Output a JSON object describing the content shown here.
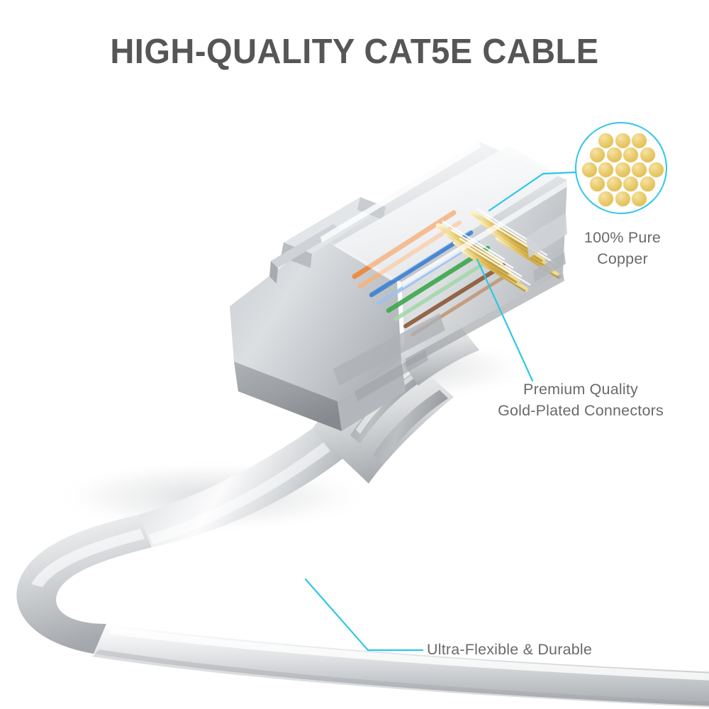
{
  "page": {
    "title": "HIGH-QUALITY CAT5E CABLE",
    "background_color": "#ffffff",
    "title_color": "#565656",
    "accent_color": "#2ec7e8",
    "annotation_text_color": "#6a6a6a",
    "copper_strand_color": "#ecd077"
  },
  "product": {
    "name": "cat5e-ethernet-patch-cable",
    "connector_type": "RJ45",
    "connector_body_color": "#d6d8da",
    "jacket_color": "#d9dbdd",
    "contact_pin_color": "#d4b44a",
    "wire_pair_colors": [
      "#f08a3c",
      "#3a7fd5",
      "#3aa84a",
      "#8b5a3c"
    ]
  },
  "callouts": [
    {
      "id": "copper",
      "label": "100% Pure\nCopper",
      "icon": "copper-strands-circle-icon",
      "strand_count": 19
    },
    {
      "id": "gold-connectors",
      "label": "Premium Quality\nGold-Plated Connectors"
    },
    {
      "id": "flexible",
      "label": "Ultra-Flexible & Durable"
    }
  ]
}
